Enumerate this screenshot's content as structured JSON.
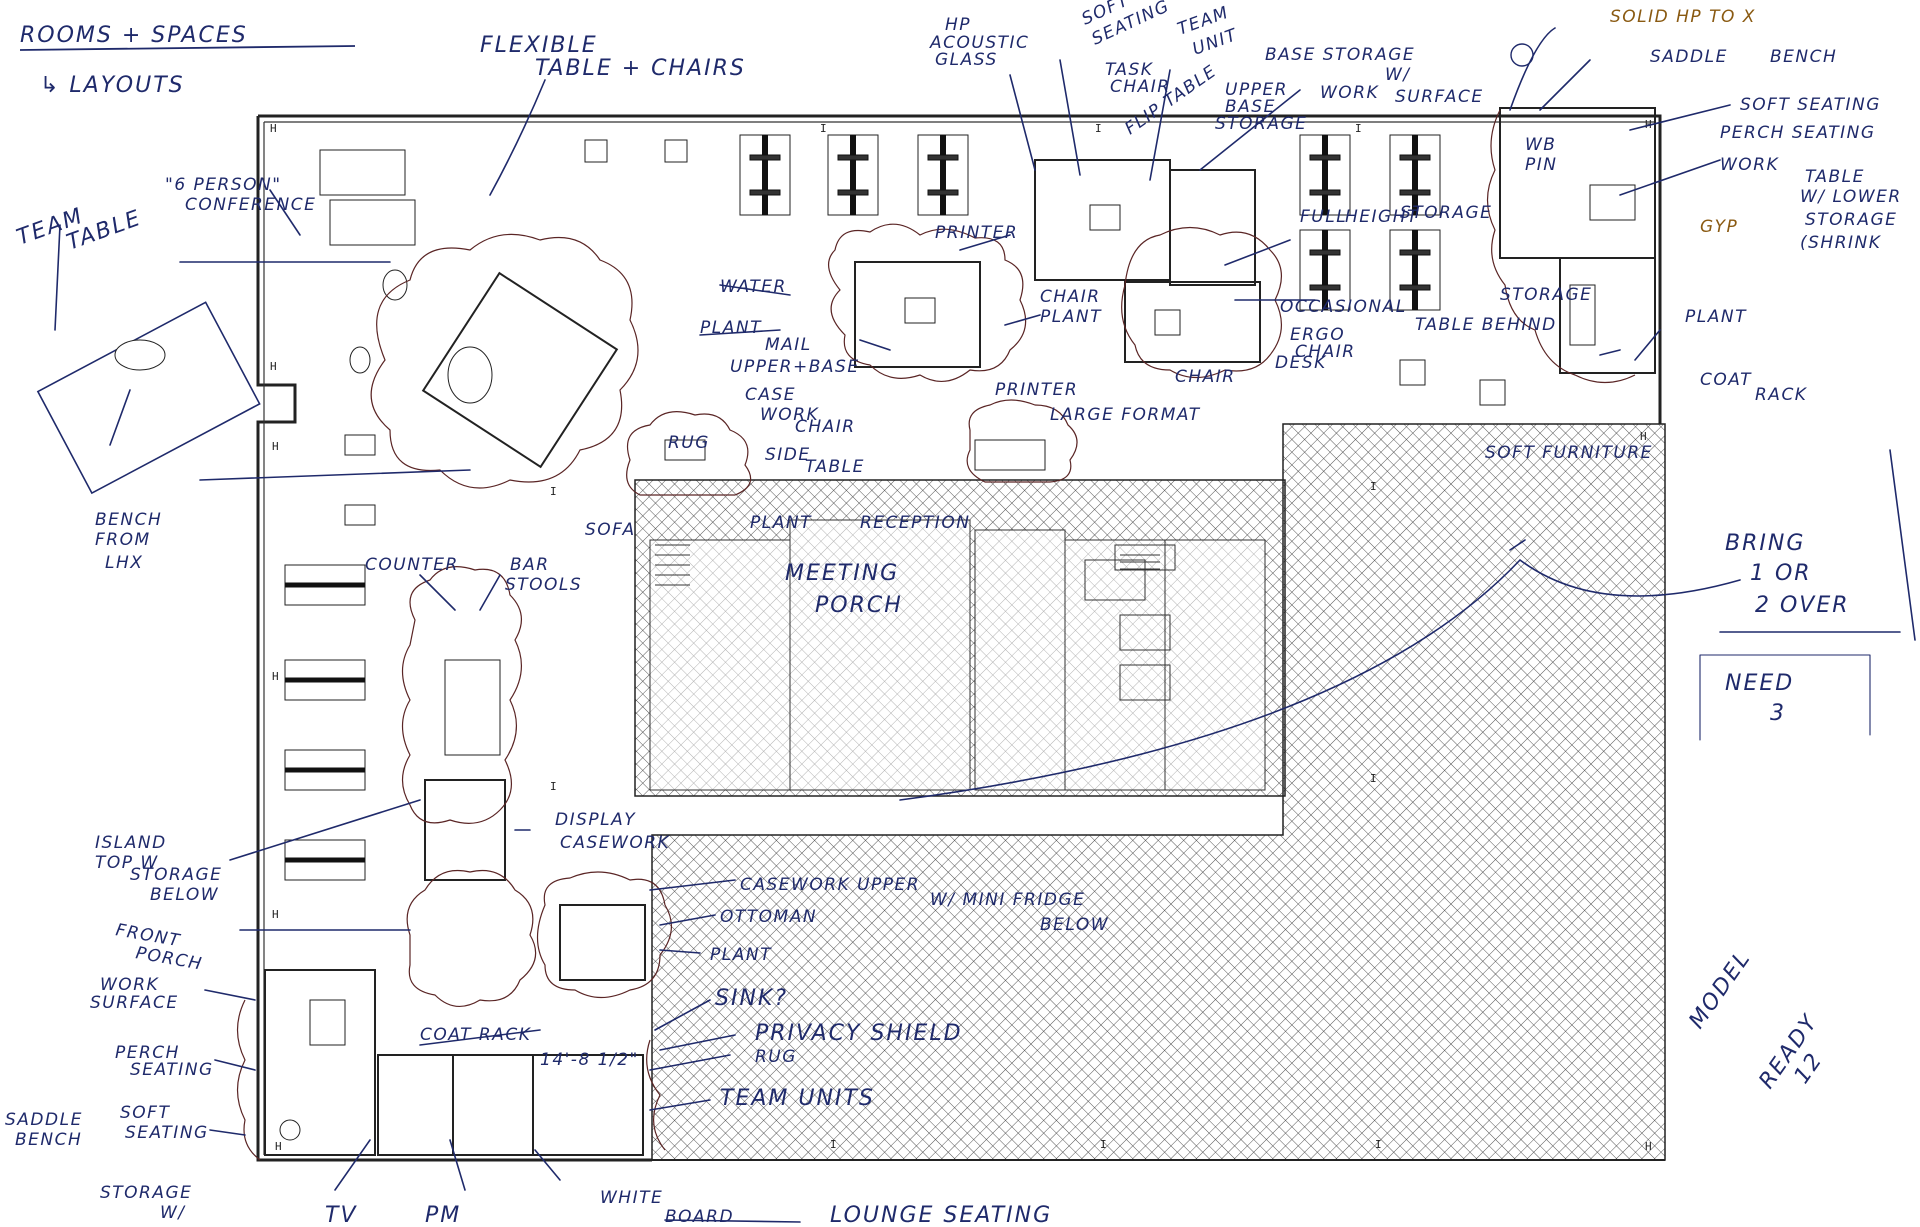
{
  "header": {
    "title": "ROOMS + SPACES",
    "subtitle": "↳ LAYOUTS"
  },
  "annotations": {
    "flexible_table": "FLEXIBLE",
    "flexible_table_2": "TABLE + CHAIRS",
    "six_person": "\"6 PERSON\"",
    "conference": "CONFERENCE",
    "team_table_1": "TEAM",
    "team_table_2": "TABLE",
    "bench_from_lhx_1": "BENCH",
    "bench_from_lhx_2": "FROM",
    "bench_from_lhx_3": "LHX",
    "hp_acoustic_1": "HP",
    "hp_acoustic_2": "ACOUSTIC",
    "hp_acoustic_3": "GLASS",
    "soft_seating_top_1": "SOFT",
    "soft_seating_top_2": "SEATING",
    "task_chair_1": "TASK",
    "task_chair_2": "CHAIR",
    "team_unit_1": "TEAM",
    "team_unit_2": "UNIT",
    "flip_table": "FLIP TABLE",
    "upper_storage_1": "UPPER",
    "upper_storage_2": "BASE",
    "upper_storage_3": "STORAGE",
    "base_storage_1": "BASE STORAGE",
    "base_storage_2": "W/",
    "work_surface_1": "WORK",
    "work_surface_2": "SURFACE",
    "solid_hp": "SOLID HP TO X",
    "saddle_bench_top_1": "SADDLE",
    "saddle_bench_top_2": "BENCH",
    "soft_seating_right": "SOFT SEATING",
    "perch_seating_right": "PERCH SEATING",
    "work_table_1": "WORK",
    "work_table_2": "TABLE",
    "work_table_3": "W/ LOWER",
    "work_table_4": "STORAGE",
    "work_table_5": "(SHRINK",
    "gyp": "GYP",
    "printer_top": "PRINTER",
    "water": "WATER",
    "plant_left": "PLANT",
    "mail": "MAIL",
    "upper_base": "UPPER+BASE",
    "casework_1": "CASE",
    "casework_2": "WORK",
    "printer_bottom": "PRINTER",
    "large_format": "LARGE FORMAT",
    "chair_mid": "CHAIR",
    "plant_mid": "PLANT",
    "full_height_1": "FULL",
    "full_height_2": "HEIGHT",
    "full_height_3": "STORAGE",
    "occasional_table_1": "OCCASIONAL",
    "occasional_table_2": "TABLE BEHIND",
    "ergo_chair_1": "ERGO",
    "ergo_chair_2": "CHAIR",
    "desk": "DESK",
    "chair_right": "CHAIR",
    "storage_right": "STORAGE",
    "plant_right": "PLANT",
    "coat_rack_1": "COAT",
    "coat_rack_2": "RACK",
    "soft_furniture": "SOFT FURNITURE",
    "bring_1": "BRING",
    "bring_2": "1 OR",
    "bring_3": "2 OVER",
    "need_1": "NEED",
    "need_2": "3",
    "rug": "RUG",
    "chair_reception": "CHAIR",
    "side_table_1": "SIDE",
    "side_table_2": "TABLE",
    "sofa": "SOFA",
    "plant_reception": "PLANT",
    "reception": "RECEPTION",
    "meeting_1": "MEETING",
    "meeting_2": "PORCH",
    "counter": "COUNTER",
    "bar_stools_1": "BAR",
    "bar_stools_2": "STOOLS",
    "display_casework_1": "DISPLAY",
    "display_casework_2": "CASEWORK",
    "island_1": "ISLAND",
    "island_2": "TOP W",
    "island_3": "STORAGE",
    "island_4": "BELOW",
    "front_porch_1": "FRONT",
    "front_porch_2": "PORCH",
    "casework_upper_1": "CASEWORK UPPER",
    "casework_upper_2": "W/ MINI FRIDGE",
    "casework_upper_3": "BELOW",
    "ottoman": "OTTOMAN",
    "plant_lower": "PLANT",
    "sink": "SINK?",
    "privacy_shield": "PRIVACY SHIELD",
    "rug_lower": "RUG",
    "team_units": "TEAM UNITS",
    "coat_rack_lower": "COAT RACK",
    "work_surface_lower_1": "WORK",
    "work_surface_lower_2": "SURFACE",
    "perch_seating_lower_1": "PERCH",
    "perch_seating_lower_2": "SEATING",
    "saddle_bench_lower_1": "SADDLE",
    "saddle_bench_lower_2": "BENCH",
    "soft_seating_lower_1": "SOFT",
    "soft_seating_lower_2": "SEATING",
    "storage_w": "STORAGE",
    "storage_w_2": "W/",
    "tv": "TV",
    "pm": "PM",
    "white_board_1": "WHITE",
    "white_board_2": "BOARD",
    "lounge_seating": "LOUNGE SEATING",
    "model_ready_1": "MODEL",
    "model_ready_2": "READY",
    "initials": "12",
    "dimension": "14'-8 1/2\"",
    "wb": "WB",
    "pin": "PIN"
  },
  "colors": {
    "ink": "#1f2a6b",
    "accent_brown": "#8a5a12",
    "wall": "#222222",
    "hatch": "#444444",
    "cloud": "#5a2525"
  }
}
